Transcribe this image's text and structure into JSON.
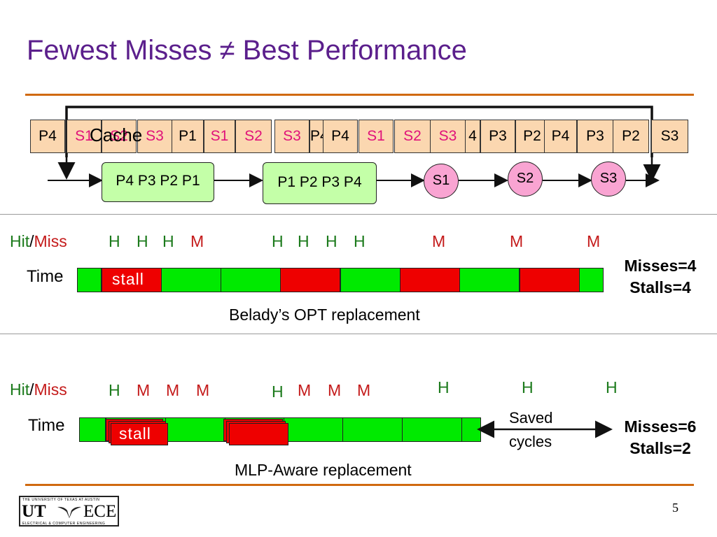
{
  "slide": {
    "title": "Fewest Misses ≠ Best Performance",
    "page_number": "5",
    "colors": {
      "title": "#5b1f8c",
      "rule": "#d06a10",
      "hit": "#1b7a1b",
      "miss": "#c41a1a",
      "stream_block": "#fbd7b0",
      "stream_S": "#e0117a",
      "cache_box": "#c4ffa8",
      "miss_circle": "#f9a4d2",
      "bar_green": "#00ea00",
      "bar_red": "#ee0000"
    }
  },
  "access_stream": {
    "cache_label": "Cache",
    "blocks": [
      "P4",
      "S1",
      "S2",
      "S3",
      "P1",
      "S1",
      "S2",
      "S3",
      "P4",
      "P4",
      "S1",
      "S2",
      "S3",
      "4",
      "P3",
      "P2",
      "P4",
      "P3",
      "P2",
      "S3"
    ]
  },
  "cache_states": {
    "box1": "P4 P3 P2 P1",
    "box2": "P1 P2 P3 P4",
    "circles": [
      "S1",
      "S2",
      "S3"
    ]
  },
  "opt": {
    "hit_label": "Hit",
    "slash": "/",
    "miss_label": "Miss",
    "outcomes": [
      "H",
      "H",
      "H",
      "M",
      "H",
      "H",
      "H",
      "H",
      "M",
      "M",
      "M"
    ],
    "time_label": "Time",
    "stall_label": "stall",
    "misses": "Misses=4",
    "stalls": "Stalls=4",
    "caption": "Belady’s OPT replacement"
  },
  "mlp": {
    "hit_label": "Hit",
    "slash": "/",
    "miss_label": "Miss",
    "outcomes": [
      "H",
      "M",
      "M",
      "M",
      "H",
      "M",
      "M",
      "M",
      "H",
      "H",
      "H"
    ],
    "time_label": "Time",
    "stall_label": "stall",
    "saved_cycles": [
      "Saved",
      "cycles"
    ],
    "misses": "Misses=6",
    "stalls": "Stalls=2",
    "caption": "MLP-Aware replacement"
  },
  "logo": {
    "text_left": "UT",
    "text_right": "ECE",
    "tagline_top": "THE UNIVERSITY OF TEXAS AT AUSTIN",
    "tagline_bottom": "ELECTRICAL & COMPUTER ENGINEERING"
  }
}
